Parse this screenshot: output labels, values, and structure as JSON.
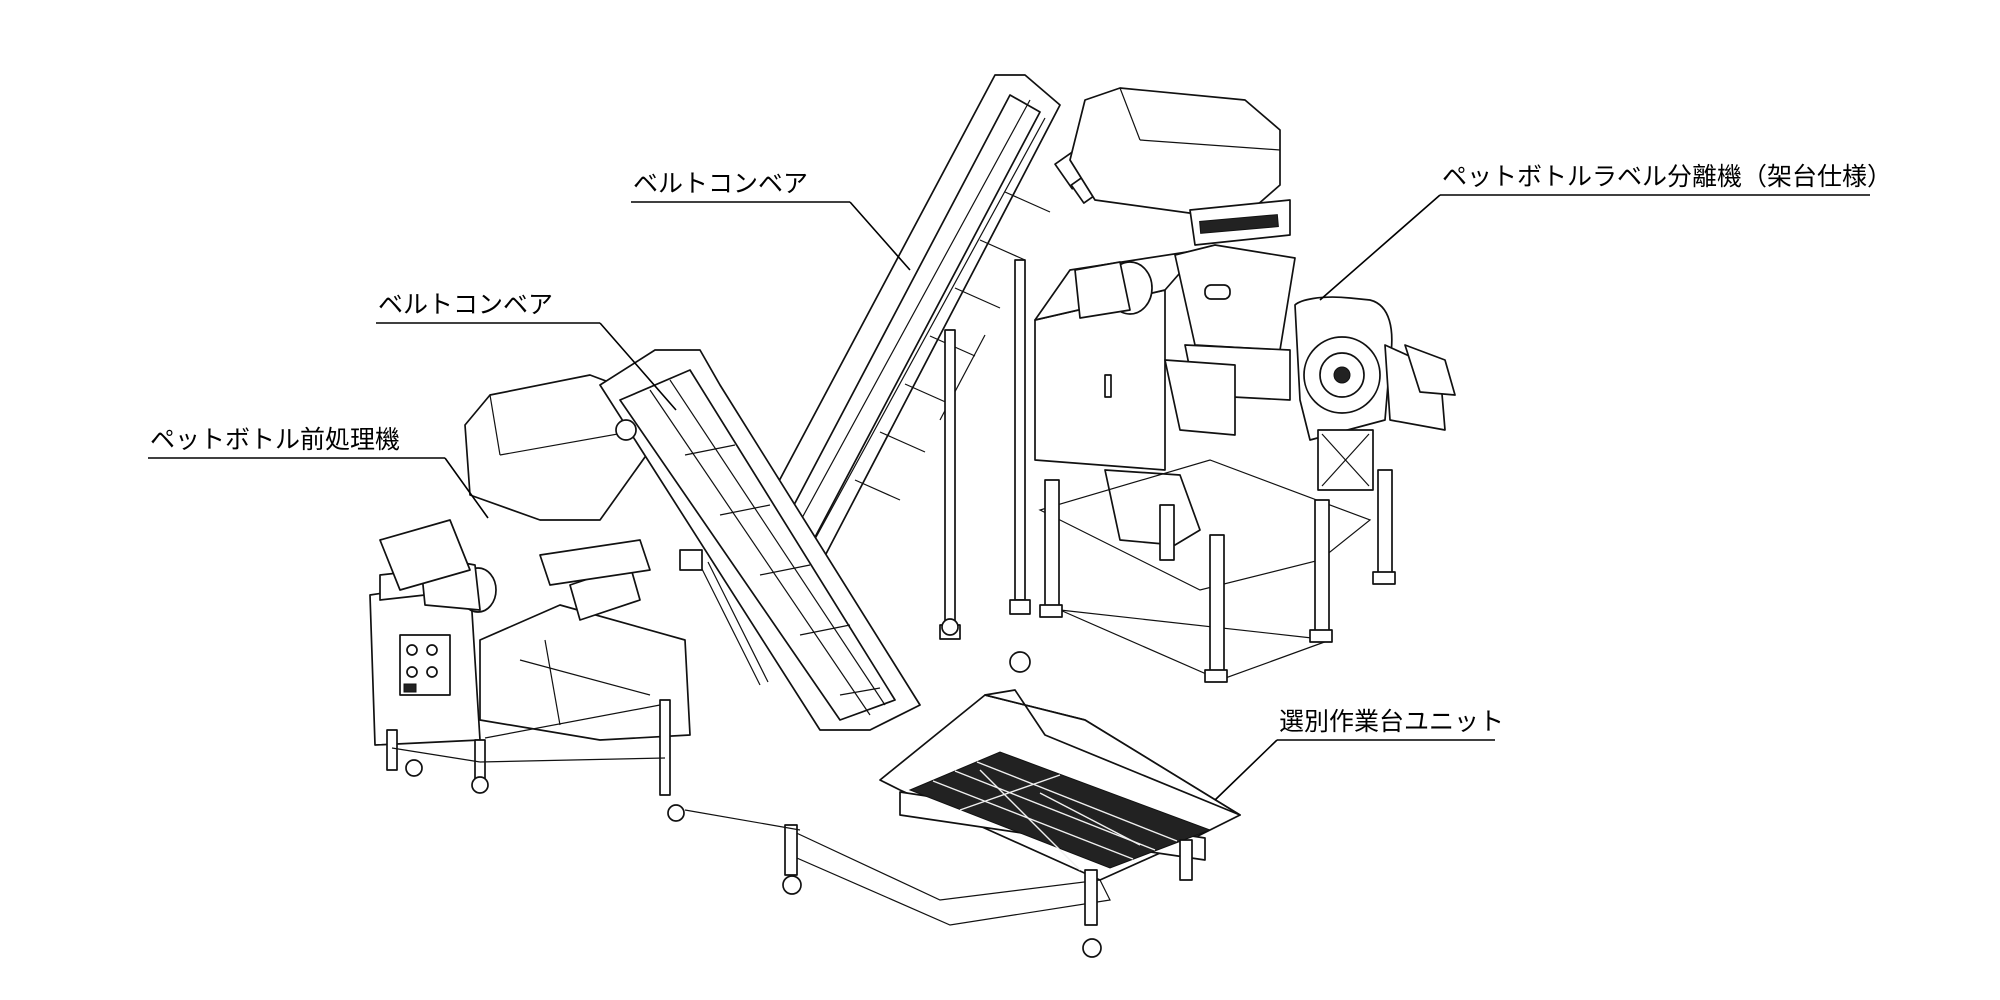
{
  "labels": {
    "preprocessor": "ペットボトル前処理機",
    "conveyor_front": "ベルトコンベア",
    "conveyor_rear": "ベルトコンベア",
    "label_separator": "ペットボトルラベル分離機（架台仕様）",
    "sorting_table": "選別作業台ユニット"
  }
}
